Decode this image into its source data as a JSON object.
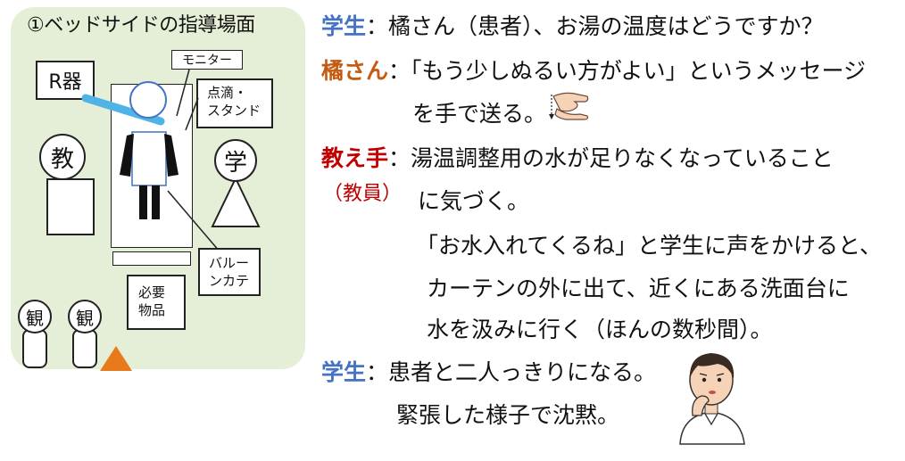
{
  "diagram": {
    "title": "①ベッドサイドの指導場面",
    "r_device": "R器",
    "monitor": "モニター",
    "iv_stand": [
      "点滴・",
      "スタンド"
    ],
    "teacher": "教",
    "student": "学",
    "balloon_catheter": [
      "バルー",
      "ンカテ"
    ],
    "supplies": [
      "必要",
      "物品"
    ],
    "observer1": "観",
    "observer2": "観"
  },
  "script": {
    "line1": {
      "speaker": "学生",
      "text": "：橘さん（患者）、お湯の温度はどうですか？"
    },
    "line2": {
      "speaker": "橘さん",
      "text": "：「もう少しぬるい方がよい」というメッセージ"
    },
    "line2b": "を手で送る。",
    "line3": {
      "speaker": "教え手",
      "text": "：湯温調整用の水が足りなくなっていること"
    },
    "line3_role": "（教員）",
    "line3b": "に気づく。",
    "line4": "「お水入れてくるね」と学生に声をかけると、",
    "line5": "カーテンの外に出て、近くにある洗面台に",
    "line6": "水を汲みに行く（ほんの数秒間）。",
    "line7": {
      "speaker": "学生",
      "text": "：患者と二人っきりになる。"
    },
    "line8": "緊張した様子で沈黙。"
  },
  "colors": {
    "student": "#4472c4",
    "patient": "#c55a11",
    "teacher": "#c00000",
    "panel_bg": "#e5efd8",
    "tube": "#4fb3e6",
    "triangle_orange": "#e87a1c"
  }
}
